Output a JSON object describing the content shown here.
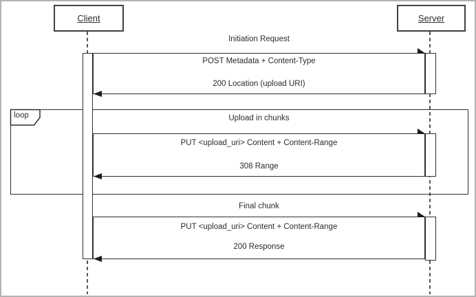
{
  "actors": {
    "client": "Client",
    "server": "Server"
  },
  "loop_label": "loop",
  "sections": [
    {
      "header": "Initiation Request",
      "request": "POST Metadata + Content-Type",
      "response": "200 Location (upload URI)"
    },
    {
      "header": "Upload in chunks",
      "request": "PUT <upload_uri> Content + Content-Range",
      "response": "308 Range"
    },
    {
      "header": "Final chunk",
      "request": "PUT <upload_uri> Content + Content-Range",
      "response": "200 Response"
    }
  ],
  "colors": {
    "line": "#2e2e2e",
    "actor_border": "#404040",
    "frame_border": "#b3b3b3",
    "text": "#2b2b2b",
    "lifeline": "#555555"
  }
}
